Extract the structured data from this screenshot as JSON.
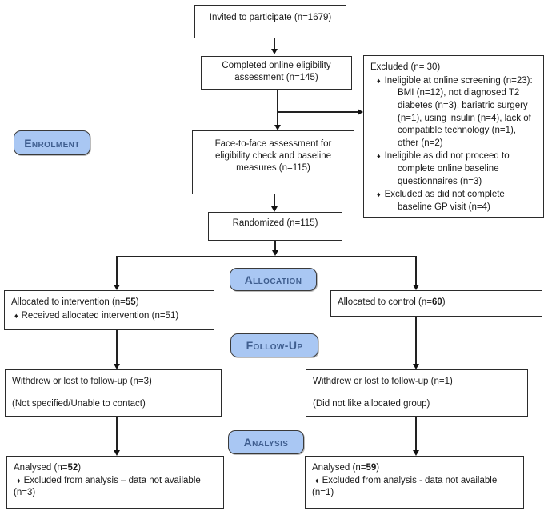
{
  "diagram": {
    "stage_labels": {
      "enrolment": "Enrolment",
      "allocation": "Allocation",
      "follow_up": "Follow-Up",
      "analysis": "Analysis"
    },
    "glyphs": {
      "bullet": "♦"
    },
    "colors": {
      "stage_fill": "#a9c7f3",
      "stage_text": "#3f5e8f",
      "line": "#222222",
      "box_border": "#2b2b2b"
    },
    "boxes": {
      "invited": {
        "text": "Invited to participate (n=1679)"
      },
      "eligibility": {
        "text": "Completed online eligibility assessment (n=145)"
      },
      "excluded": {
        "title": "Excluded (n= 30)",
        "bullets": [
          "Ineligible at online screening (n=23): BMI (n=12), not diagnosed T2 diabetes (n=3), bariatric surgery (n=1), using insulin (n=4), lack of compatible technology (n=1), other (n=2)",
          "Ineligible as did not proceed to complete online baseline questionnaires (n=3)",
          "Excluded as did not complete baseline GP visit (n=4)"
        ]
      },
      "face_to_face": {
        "text": "Face-to-face assessment for eligibility check and baseline measures (n=115)"
      },
      "randomized": {
        "text": "Randomized (n=115)"
      },
      "intervention": {
        "title_pre": "Allocated to intervention (n=",
        "title_n": "55",
        "title_post": ")",
        "bullet": "Received allocated intervention (n=51)"
      },
      "control": {
        "title_pre": "Allocated to control (n=",
        "title_n": "60",
        "title_post": ")"
      },
      "withdrew_intervention": {
        "line1": "Withdrew or lost to follow-up (n=3)",
        "line2": "(Not specified/Unable to contact)"
      },
      "withdrew_control": {
        "line1": "Withdrew or lost to follow-up (n=1)",
        "line2": "(Did not like allocated group)"
      },
      "analysed_intervention": {
        "title_pre": "Analysed (n=",
        "title_n": "52",
        "title_post": ")",
        "bullet": "Excluded from analysis – data not available",
        "bullet_tail": "(n=3)"
      },
      "analysed_control": {
        "title_pre": "Analysed (n=",
        "title_n": "59",
        "title_post": ")",
        "bullet": "Excluded from analysis - data not available",
        "bullet_tail": "(n=1)"
      }
    }
  }
}
